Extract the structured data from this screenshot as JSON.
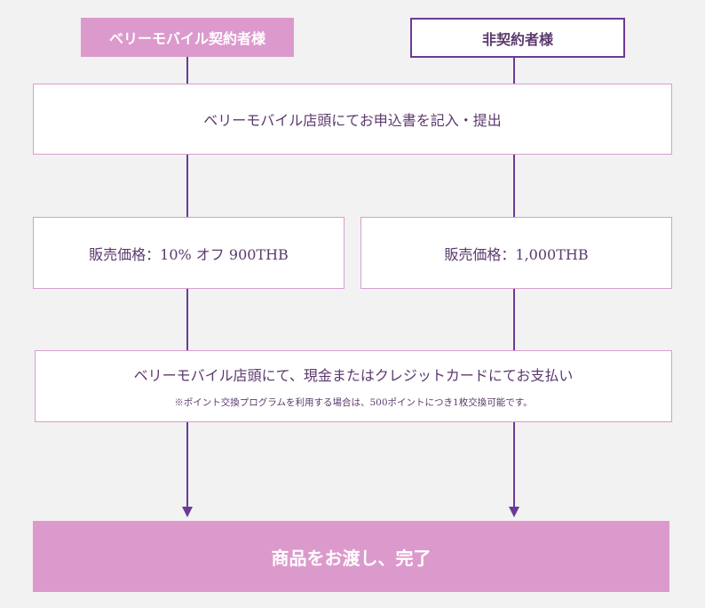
{
  "headers": {
    "member": "ベリーモバイル契約者様",
    "non_member": "非契約者様"
  },
  "steps": {
    "apply": "ベリーモバイル店頭にてお申込書を記入・提出",
    "price_member": "販売価格：10% オフ 900THB",
    "price_non_member": "販売価格：1,000THB",
    "payment": "ベリーモバイル店頭にて、現金またはクレジットカードにてお支払い",
    "payment_note": "※ポイント交換プログラムを利用する場合は、500ポイントにつき1枚交換可能です。",
    "complete": "商品をお渡し、完了"
  },
  "colors": {
    "accent_pink": "#dc9acc",
    "accent_purple": "#6b3a96",
    "box_border": "#d79ecf",
    "text": "#5b3a6e"
  }
}
